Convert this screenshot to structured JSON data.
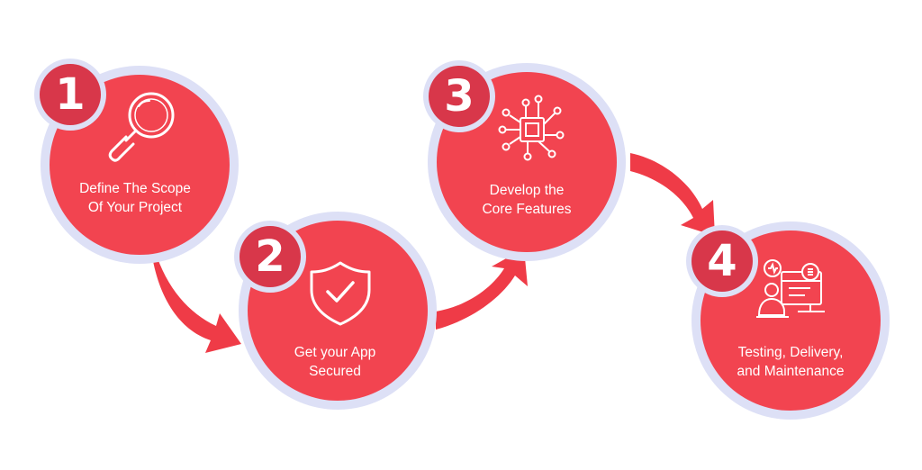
{
  "colors": {
    "halo": "#dde0f6",
    "circle": "#f24450",
    "badge": "#d8374a",
    "arrow": "#ef3b47",
    "text": "#ffffff"
  },
  "steps": [
    {
      "number": "1",
      "icon": "magnifier-icon",
      "line1": "Define The Scope",
      "line2": "Of Your Project"
    },
    {
      "number": "2",
      "icon": "shield-check-icon",
      "line1": "Get your App",
      "line2": "Secured"
    },
    {
      "number": "3",
      "icon": "circuit-chip-icon",
      "line1": "Develop the",
      "line2": "Core Features"
    },
    {
      "number": "4",
      "icon": "support-desk-icon",
      "line1": "Testing, Delivery,",
      "line2": "and Maintenance"
    }
  ]
}
